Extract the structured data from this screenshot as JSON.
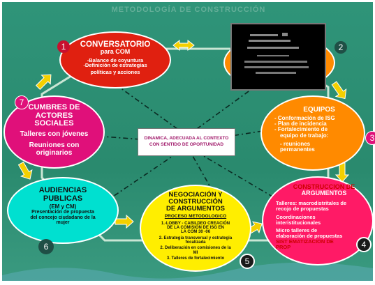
{
  "title": "METODOLOGÍA DE CONSTRUCCIÓN",
  "colors": {
    "background": "#2e8b72",
    "red_node": "#e02010",
    "orange_node": "#ff8a00",
    "magenta_node": "#e0107a",
    "cyan_node": "#00e0d0",
    "yellow_node": "#ffee00",
    "pink_node": "#ff1a66",
    "arrow": "#f4d000",
    "badge_dark": "#1f4f46",
    "badge_red": "#c8102e"
  },
  "center": {
    "line1": "DINAMICA, ADECUADA AL CONTEXTO",
    "line2": "CON SENTIDO DE OPORTUNIDAD"
  },
  "nodes": {
    "conversatorio": {
      "badge": "1",
      "title1": "CONVERSATORIO",
      "title2": "para COM",
      "items": [
        "-Balance de coyuntura",
        "-Definición de estrategias",
        "políticas y acciones"
      ]
    },
    "node2": {
      "badge": "2"
    },
    "equipos": {
      "badge": "3",
      "title": "EQUIPOS",
      "items": [
        "-  Conformación de ISG",
        "-  Plan de incidencia",
        "-  Fortalecimiento de",
        "equipo de trabajo:",
        "-  reuniones",
        "permanentes"
      ]
    },
    "construccion": {
      "badge": "4",
      "title1": "CONSTRUCCION DE",
      "title2": "ARGUMENTOS",
      "items": [
        "Talleres:  macrodistritales de",
        "recojo de propuestas",
        "Coordinaciones",
        "interistitucionales",
        "Micro talleres de",
        "elaboración de propuestas",
        "SIST EMATIZACION DE",
        "PROP"
      ]
    },
    "negociacion": {
      "badge": "5",
      "title1": "NEGOCIACIÓN Y",
      "title2": "CONSTRUCCIÓN",
      "title3": "DE ARGUMENTOS",
      "subtitle": "PROCESO METODOLOGICO",
      "items": [
        "1.-LOBBY   - CABILDEO CREACIÓN",
        "DE LA COMISIÓN DE ISG EN",
        "LA COM  30  -06",
        "2. Estrategia transversal y estrategia",
        "focalizada",
        "2. Deliberación en comisiones de la",
        "MI",
        "3.  Talleres de fortalecimiento"
      ]
    },
    "audiencias": {
      "badge": "6",
      "title1": "AUDIENCIAS",
      "title2": "PUBLICAS",
      "title3": "(EM y CM)",
      "items": [
        "Presentación de propuesta",
        "del concejo ciudadano de la",
        "mujer"
      ]
    },
    "cumbres": {
      "badge": "7",
      "title1": "CUMBRES DE",
      "title2": "ACTORES",
      "title3": "SOCIALES",
      "items": [
        "Talleres con jóvenes",
        "Reuniones con",
        "originarios"
      ]
    }
  }
}
